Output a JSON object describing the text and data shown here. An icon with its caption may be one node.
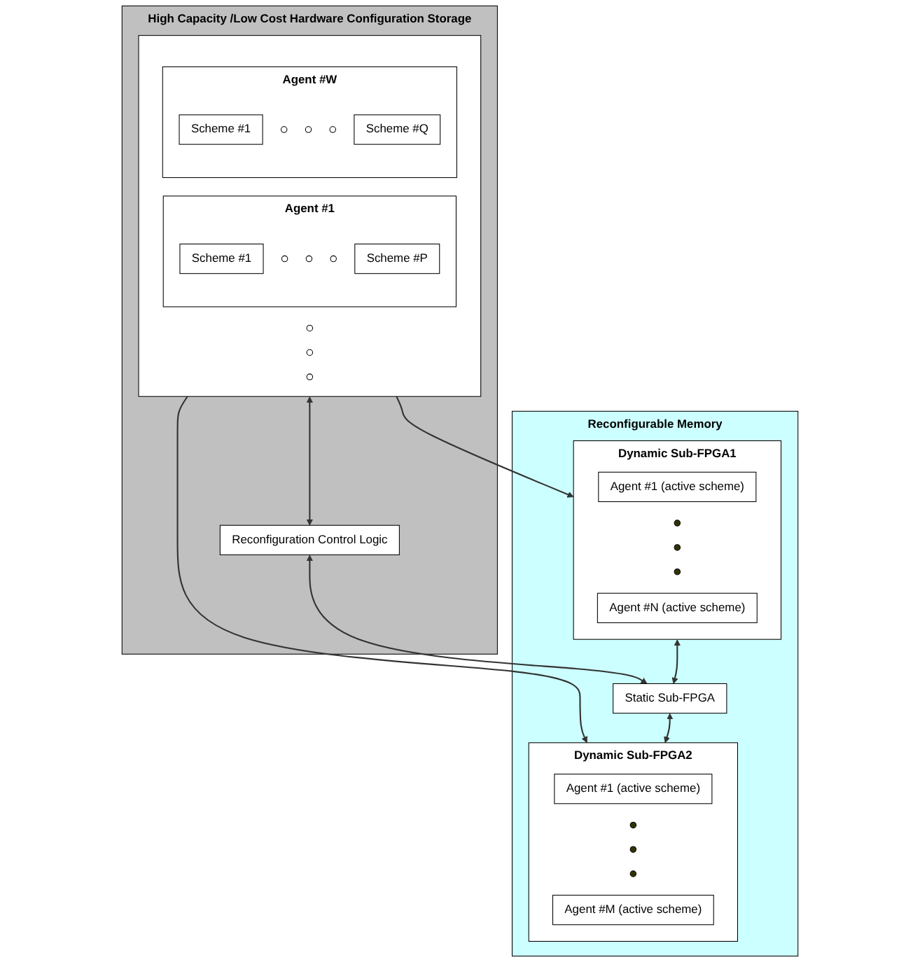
{
  "diagram": {
    "nodes": [
      {
        "text": [
          "High Capacity /Low Cost Hardware Configuration Storage"
        ]
      },
      {
        "text": [],
        "shape": "box",
        "in": 0
      },
      {
        "text": [
          "Agent #1"
        ],
        "in": 1
      },
      {
        "text": [
          "Scheme #1"
        ],
        "in": 2
      },
      {
        "text": [],
        "shape": "circle",
        "in": 2
      },
      {
        "text": [],
        "shape": "circle",
        "in": 2
      },
      {
        "text": [],
        "shape": "circle",
        "in": 2
      },
      {
        "text": [
          "Scheme #P"
        ],
        "in": 2
      },
      {
        "text": [],
        "shape": "circle",
        "in": 1
      },
      {
        "text": [],
        "shape": "circle",
        "in": 1
      },
      {
        "text": [],
        "shape": "circle",
        "in": 1
      },
      {
        "text": [
          "Agent #W"
        ],
        "in": 1
      },
      {
        "text": [
          "Scheme #1"
        ],
        "in": 11
      },
      {
        "text": [],
        "shape": "circle",
        "in": 11
      },
      {
        "text": [],
        "shape": "circle",
        "in": 11
      },
      {
        "text": [],
        "shape": "circle",
        "in": 11
      },
      {
        "text": [
          "Scheme #Q"
        ],
        "in": 11
      },
      {
        "text": [
          "Reconfiguration Control Logic"
        ],
        "in": 0
      },
      {
        "text": [
          "Reconfigurable Memory"
        ]
      },
      {
        "text": [
          "Dynamic Sub-FPGA1"
        ],
        "in": 18
      },
      {
        "text": [
          "Agent #1 (active scheme)"
        ],
        "in": 19
      },
      {
        "text": [],
        "shape": "circle",
        "in": 19
      },
      {
        "text": [],
        "shape": "circle",
        "in": 19
      },
      {
        "text": [],
        "shape": "circle",
        "in": 19
      },
      {
        "text": [
          "Agent #N (active scheme)"
        ],
        "in": 19
      },
      {
        "text": [
          "Static Sub-FPGA"
        ],
        "in": 18
      },
      {
        "text": [
          "Dynamic Sub-FPGA2"
        ],
        "in": 18
      },
      {
        "text": [
          "Agent #1 (active scheme)"
        ],
        "in": 26
      },
      {
        "text": [],
        "shape": "circle",
        "in": 26
      },
      {
        "text": [],
        "shape": "circle",
        "in": 26
      },
      {
        "text": [],
        "shape": "circle",
        "in": 26
      },
      {
        "text": [
          "Agent #M (active scheme)"
        ],
        "in": 26
      }
    ],
    "edges": [
      {
        "from": 1,
        "to": 19,
        "arrow": "to"
      },
      {
        "from": 1,
        "to": 17,
        "arrow": "both"
      },
      {
        "from": 1,
        "to": 26,
        "arrow": "to"
      },
      {
        "from": 17,
        "to": 25,
        "arrow": "both"
      },
      {
        "from": 19,
        "to": 25,
        "arrow": "both"
      },
      {
        "from": 25,
        "to": 26,
        "arrow": "both"
      }
    ]
  }
}
